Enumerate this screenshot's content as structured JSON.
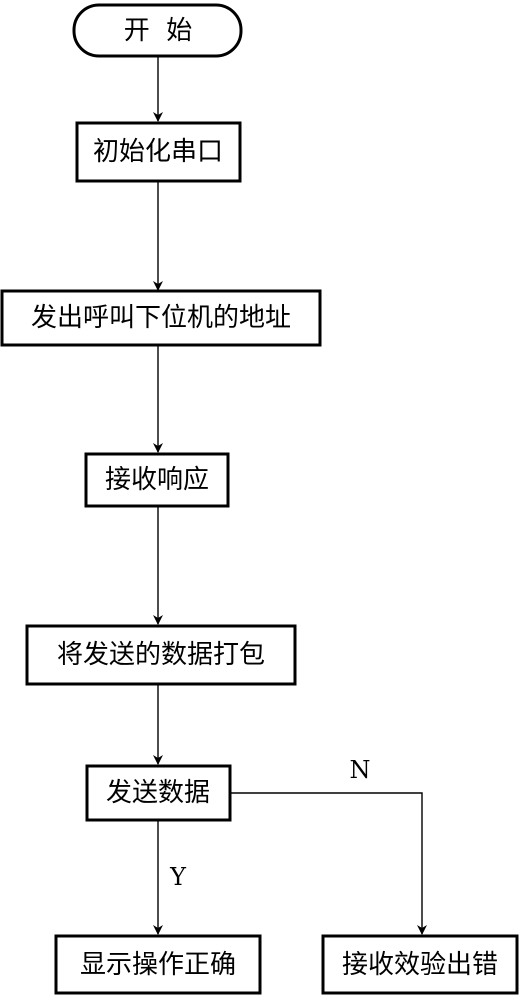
{
  "flowchart": {
    "nodes": {
      "start": "开  始",
      "init_serial": "初始化串口",
      "call_address": "发出呼叫下位机的地址",
      "receive_response": "接收响应",
      "pack_data": "将发送的数据打包",
      "send_data": "发送数据",
      "show_ok": "显示操作正确",
      "checksum_error": "接收效验出错"
    },
    "edge_labels": {
      "yes": "Y",
      "no": "N"
    }
  }
}
